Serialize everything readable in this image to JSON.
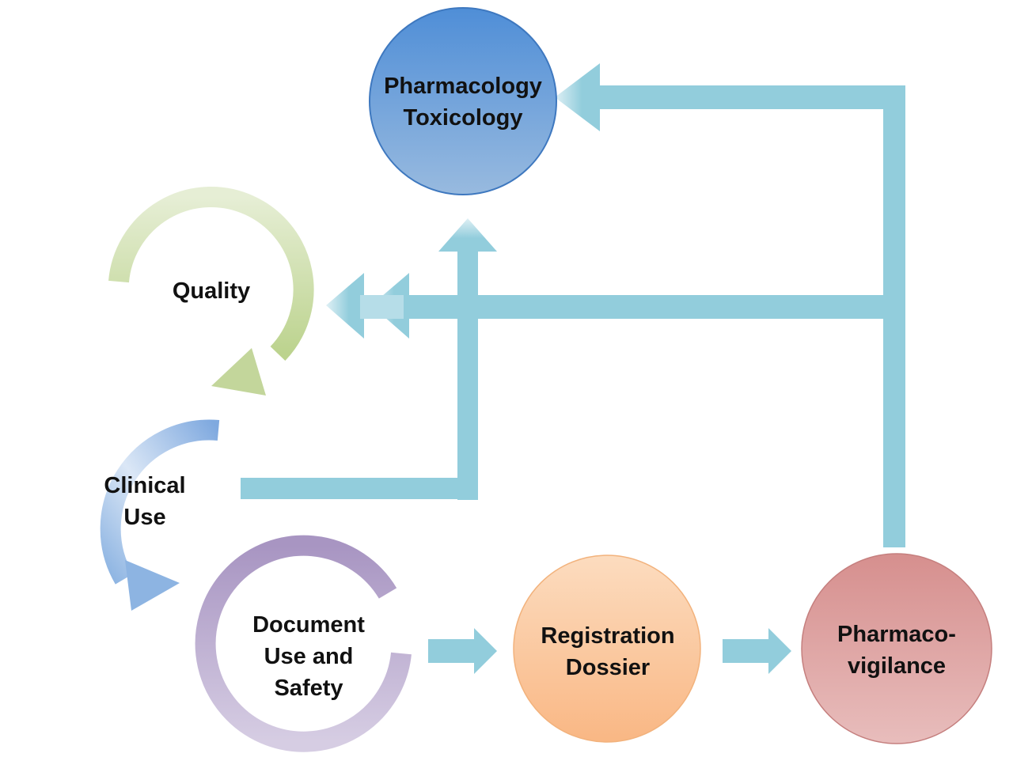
{
  "nodes": {
    "pharmacology": {
      "lines": [
        "Pharmacology",
        "Toxicology"
      ]
    },
    "quality": {
      "lines": [
        "Quality"
      ]
    },
    "clinical": {
      "lines": [
        "Clinical",
        "Use"
      ]
    },
    "document": {
      "lines": [
        "Document",
        "Use and",
        "Safety"
      ]
    },
    "registration": {
      "lines": [
        "Registration",
        "Dossier"
      ]
    },
    "pharmacovigilance": {
      "lines": [
        "Pharmaco-",
        "vigilance"
      ]
    }
  },
  "colors": {
    "connector": "#92cddc",
    "pharmacology_top": "#4f8ed7",
    "pharmacology_bottom": "#95b8e4",
    "quality": "#c3d69b",
    "clinical": "#8db4e2",
    "document": "#b1a0c7",
    "registration_top": "#fbd5b5",
    "registration_bottom": "#f9b886",
    "pharmacovigilance_top": "#d99594",
    "pharmacovigilance_bottom": "#e6b9b8"
  }
}
